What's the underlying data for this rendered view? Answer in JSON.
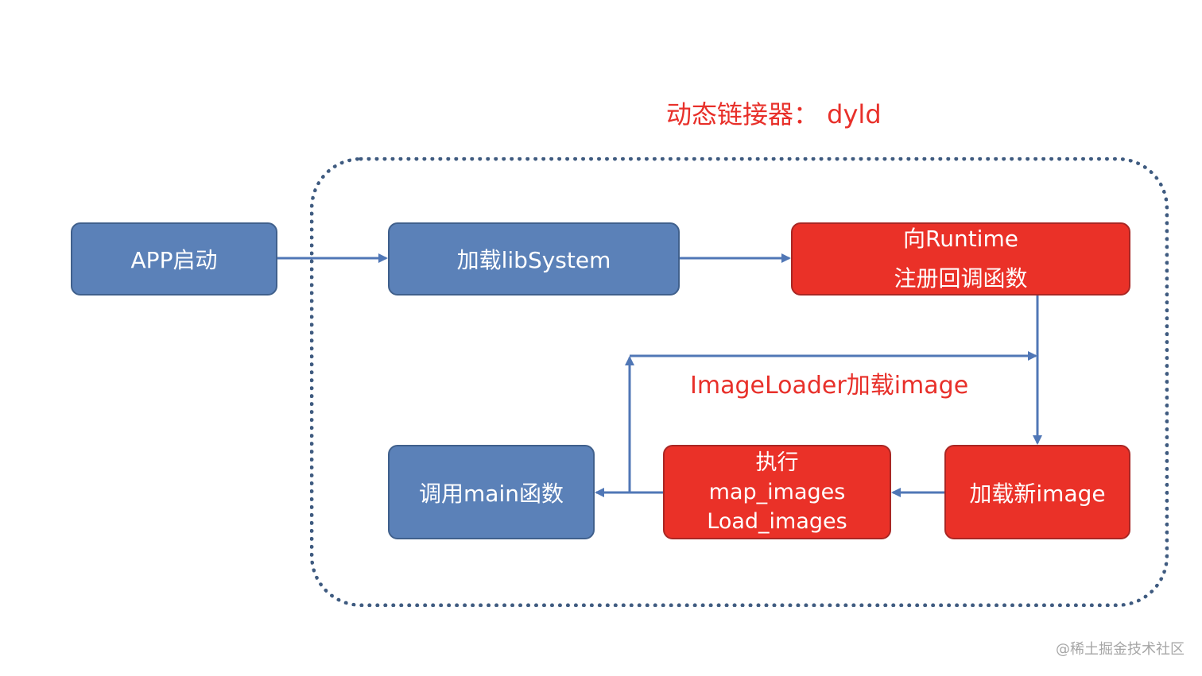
{
  "title": "动态链接器： dyld",
  "nodes": {
    "app_launch": "APP启动",
    "load_libsystem": "加载libSystem",
    "register_callback": [
      "向Runtime",
      "注册回调函数"
    ],
    "call_main": "调用main函数",
    "execute": [
      "执行",
      "map_images",
      "Load_images"
    ],
    "load_new_image": "加载新image"
  },
  "loop_label": "ImageLoader加载image",
  "watermark": "@稀土掘金技术社区",
  "colors": {
    "blue_fill": "#5b81b8",
    "red_fill": "#ea3128",
    "accent_red_text": "#e8302a",
    "arrow": "#5077b6",
    "frame_border": "#3f5b80"
  }
}
